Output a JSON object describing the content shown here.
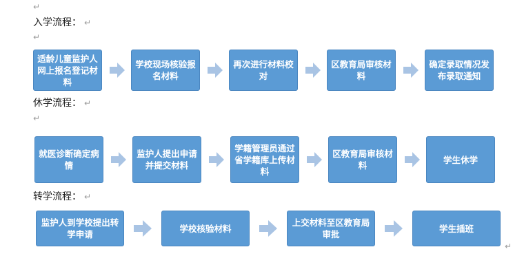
{
  "colors": {
    "box_fill": "#5b9bd5",
    "box_text": "#ffffff",
    "arrow": "#a9c4e4",
    "mark": "#9a9a9a"
  },
  "paragraph_mark": "↵",
  "sections": [
    {
      "heading": "入学流程：",
      "steps": [
        "适龄儿童监护人网上报名登记材料",
        "学校现场核验报名材料",
        "再次进行材料校对",
        "区教育局审核材料",
        "确定录取情况发布录取通知"
      ]
    },
    {
      "heading": "休学流程：",
      "steps": [
        "就医诊断确定病情",
        "监护人提出申请并提交材料",
        "学籍管理员通过省学籍库上传材料",
        "区教育局审核材料",
        "学生休学"
      ]
    },
    {
      "heading": "转学流程：",
      "steps": [
        "监护人到学校提出转学申请",
        "学校核验材料",
        "上交材料至区教育局审批",
        "学生插班"
      ]
    }
  ]
}
